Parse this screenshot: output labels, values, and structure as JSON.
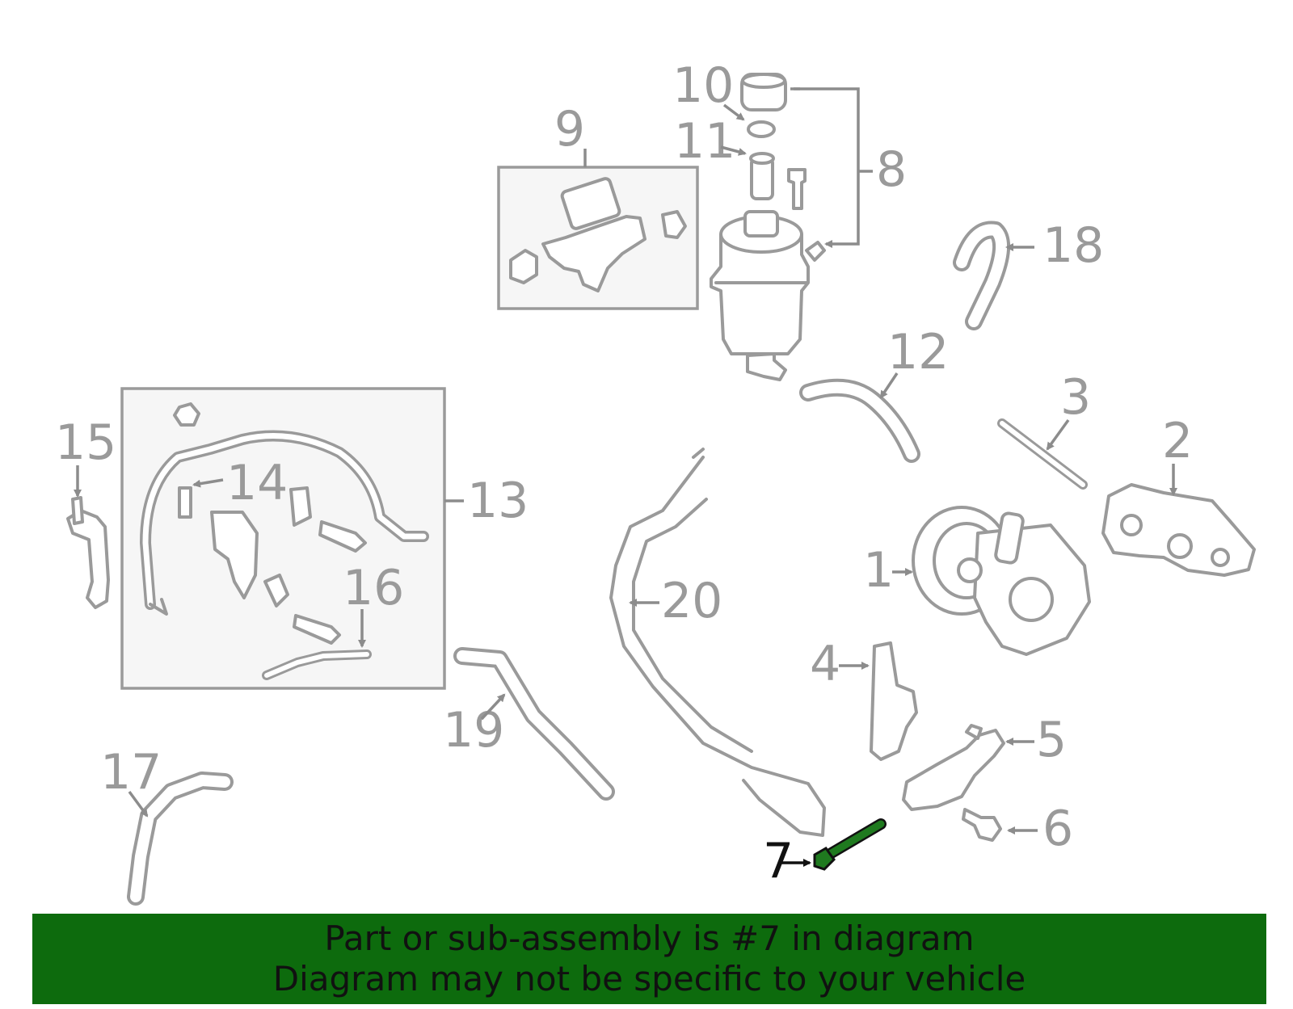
{
  "diagram": {
    "callouts": [
      {
        "id": "c1",
        "label": "1"
      },
      {
        "id": "c2",
        "label": "2"
      },
      {
        "id": "c3",
        "label": "3"
      },
      {
        "id": "c4",
        "label": "4"
      },
      {
        "id": "c5",
        "label": "5"
      },
      {
        "id": "c6",
        "label": "6"
      },
      {
        "id": "c7",
        "label": "7",
        "highlighted": true
      },
      {
        "id": "c8",
        "label": "8"
      },
      {
        "id": "c9",
        "label": "9"
      },
      {
        "id": "c10",
        "label": "10"
      },
      {
        "id": "c11",
        "label": "11"
      },
      {
        "id": "c12",
        "label": "12"
      },
      {
        "id": "c13",
        "label": "13"
      },
      {
        "id": "c14",
        "label": "14"
      },
      {
        "id": "c15",
        "label": "15"
      },
      {
        "id": "c16",
        "label": "16"
      },
      {
        "id": "c17",
        "label": "17"
      },
      {
        "id": "c18",
        "label": "18"
      },
      {
        "id": "c19",
        "label": "19"
      },
      {
        "id": "c20",
        "label": "20"
      }
    ],
    "highlight_color": "#1f7a1f",
    "line_color": "#9a9a9a"
  },
  "banner": {
    "line1": "Part or sub-assembly is #7 in diagram",
    "line2": "Diagram may not be specific to your vehicle",
    "background": "#0d6b0d",
    "text_color": "#111111"
  }
}
